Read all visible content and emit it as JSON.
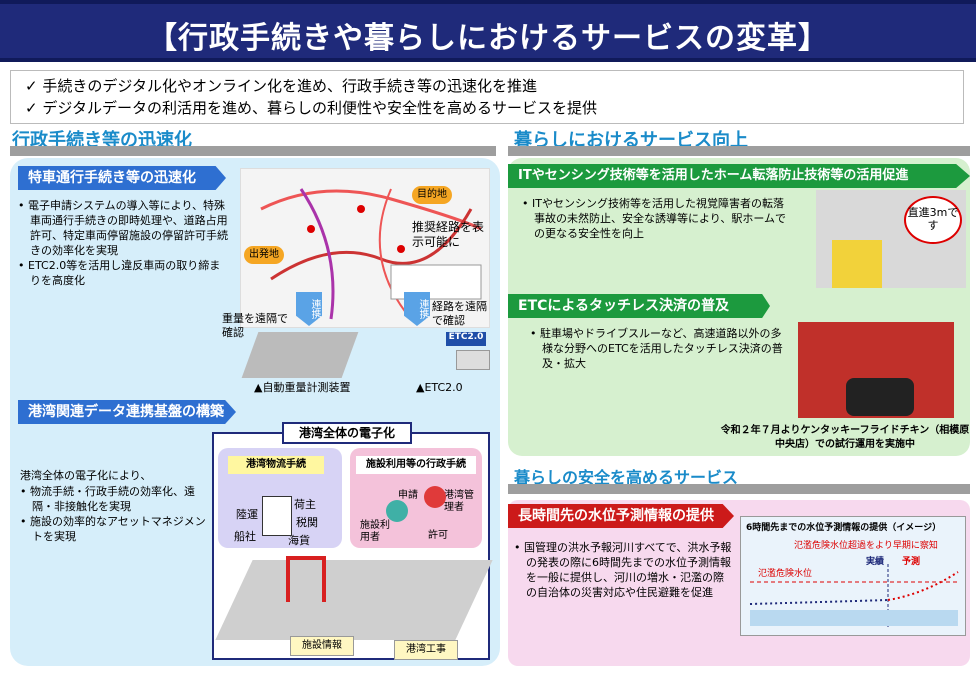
{
  "banner": {
    "title": "【行政手続きや暮らしにおけるサービスの変革】"
  },
  "intro": {
    "bullets": [
      "手続きのデジタル化やオンライン化を進め、行政手続き等の迅速化を推進",
      "デジタルデータの利活用を進め、暮らしの利便性や安全性を高めるサービスを提供"
    ]
  },
  "left": {
    "section_title": "行政手続き等の迅速化",
    "block1": {
      "tag": "特車通行手続き等の迅速化",
      "bullets": [
        "電子申請システムの導入等により、特殊車両通行手続きの即時処理や、道路占用許可、特定車両停留施設の停留許可手続きの効率化を実現",
        "ETC2.0等を活用し違反車両の取り締まりを高度化"
      ],
      "map": {
        "dest_label": "目的地",
        "origin_label": "出発地",
        "route_label": "推奨経路を表示可能に"
      },
      "weight_caption": "重量を遠隔で確認",
      "route_caption": "経路を遠隔で確認",
      "arrow_text": "連携",
      "weight_device": "▲自動重量計測装置",
      "etc_device": "▲ETC2.0",
      "etc_sign": "ETC2.0"
    },
    "block2": {
      "tag": "港湾関連データ連携基盤の構築",
      "intro": "港湾全体の電子化により、",
      "bullets": [
        "物流手続・行政手続の効率化、遠隔・非接触化を実現",
        "施設の効率的なアセットマネジメントを実現"
      ],
      "diagram": {
        "title": "港湾全体の電子化",
        "logistics_title": "港湾物流手続",
        "logistics_labels": [
          "陸運",
          "船社",
          "荷主",
          "税関",
          "海貨"
        ],
        "admin_title": "施設利用等の行政手続",
        "admin_labels": [
          "申請",
          "港湾管理者",
          "施設利用者",
          "許可"
        ],
        "facility_info": "施設情報",
        "port_works": "港湾工事"
      }
    }
  },
  "right": {
    "section_title": "暮らしにおけるサービス向上",
    "block1": {
      "tag": "ITやセンシング技術等を活用したホーム転落防止技術等の活用促進",
      "bullet": "ITやセンシング技術等を活用した視覚障害者の転落事故の未然防止、安全な誘導等により、駅ホームでの更なる安全性を向上",
      "bubble": "直進3mです"
    },
    "block2": {
      "tag": "ETCによるタッチレス決済の普及",
      "bullet": "駐車場やドライブスルーなど、高速道路以外の多様な分野へのETCを活用したタッチレス決済の普及・拡大",
      "caption": "令和２年７月よりケンタッキーフライドチキン（相模原中央店）での試行運用を実施中"
    },
    "safety_title": "暮らしの安全を高めるサービス",
    "block3": {
      "tag": "長時間先の水位予測情報の提供",
      "bullet": "国管理の洪水予報河川すべてで、洪水予報の発表の際に6時間先までの水位予測情報を一般に提供し、河川の増水・氾濫の際の自治体の災害対応や住民避難を促進",
      "chart_title": "6時間先までの水位予測情報の提供（イメージ）",
      "warn_text": "氾濫危険水位超過をより早期に察知",
      "danger_level": "氾濫危険水位",
      "actual": "実績",
      "forecast": "予測"
    }
  },
  "colors": {
    "navy": "#1f2a7a",
    "blue_tag": "#2e6fd1",
    "green_tag": "#1c9a3e",
    "red_tag": "#cc1a1a",
    "section_blue": "#1a8bc9"
  }
}
